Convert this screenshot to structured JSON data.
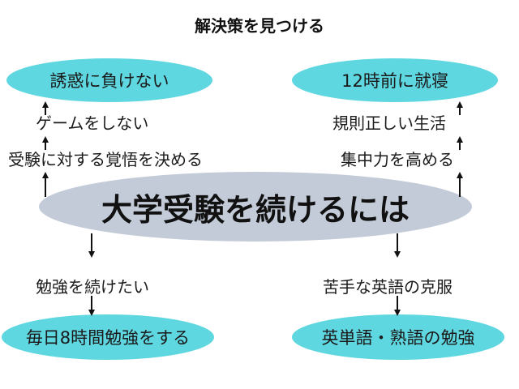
{
  "title": "解決策を見つける",
  "center": "大学受験を続けるには",
  "left_up": {
    "goal": "誘惑に負けない",
    "step2": "ゲームをしない",
    "step1": "受験に対する覚悟を決める"
  },
  "right_up": {
    "goal": "12時前に就寝",
    "step2": "規則正しい生活",
    "step1": "集中力を高める"
  },
  "left_down": {
    "step1": "勉強を続けたい",
    "goal": "毎日8時間勉強をする"
  },
  "right_down": {
    "step1": "苦手な英語の克服",
    "goal": "英単語・熟語の勉強"
  },
  "colors": {
    "goal_oval": "#5fd7e0",
    "center_oval": "#c3cbd8",
    "text": "#1a1a1a"
  }
}
